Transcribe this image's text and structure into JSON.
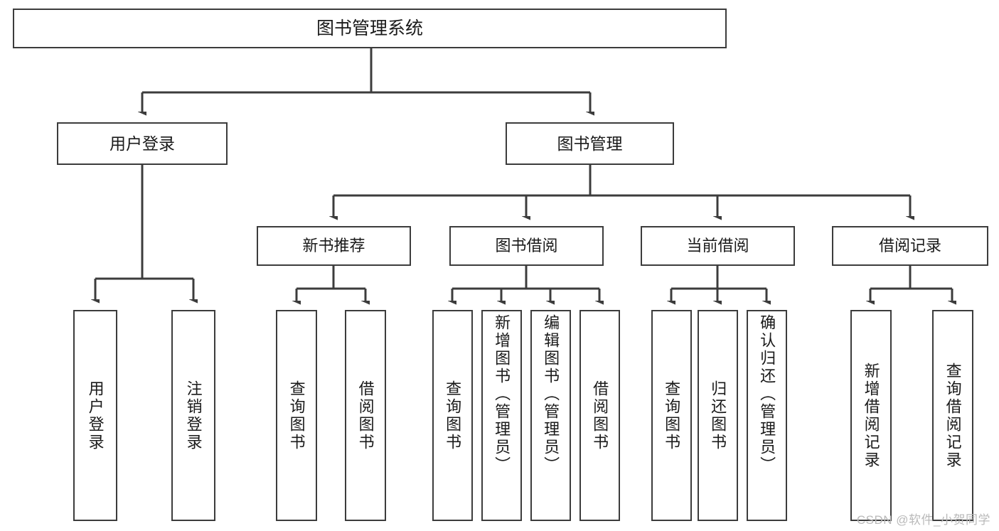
{
  "diagram": {
    "title": "图书管理系统",
    "watermark": "CSDN @软件_小贺同学",
    "colors": {
      "border": "#3c3c3c",
      "background": "#ffffff",
      "text": "#1a1a1a",
      "connector": "#3c3c3c",
      "watermark": "#b9b9b9"
    },
    "root": {
      "label": "图书管理系统"
    },
    "level1": [
      {
        "label": "用户登录"
      },
      {
        "label": "图书管理"
      }
    ],
    "level2": [
      {
        "label": "新书推荐"
      },
      {
        "label": "图书借阅"
      },
      {
        "label": "当前借阅"
      },
      {
        "label": "借阅记录"
      }
    ],
    "leaves": {
      "user_login": [
        {
          "label": "用户登录"
        },
        {
          "label": "注销登录"
        }
      ],
      "new_book_rec": [
        {
          "label": "查询图书"
        },
        {
          "label": "借阅图书"
        }
      ],
      "book_borrow": [
        {
          "label": "查询图书"
        },
        {
          "label": "新增图书（管理员）"
        },
        {
          "label": "编辑图书（管理员）"
        },
        {
          "label": "借阅图书"
        }
      ],
      "current_borrow": [
        {
          "label": "查询图书"
        },
        {
          "label": "归还图书"
        },
        {
          "label": "确认归还（管理员）"
        }
      ],
      "borrow_record": [
        {
          "label": "新增借阅记录"
        },
        {
          "label": "查询借阅记录"
        }
      ]
    }
  }
}
